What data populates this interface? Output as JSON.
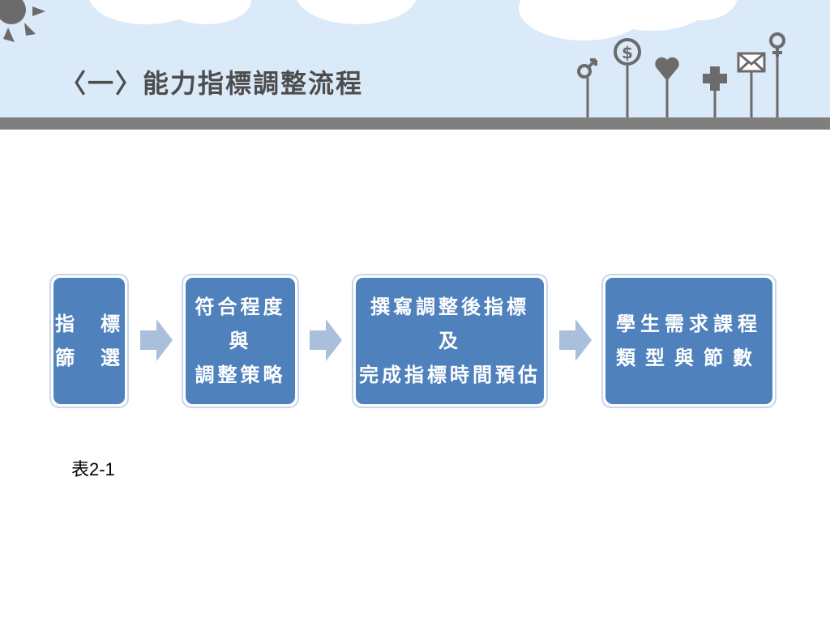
{
  "slide": {
    "title": "〈一〉能力指標調整流程",
    "caption": "表2-1",
    "header_icons": [
      "sun-icon",
      "male-symbol-icon",
      "dollar-icon",
      "heart-icon",
      "plus-icon",
      "mail-icon",
      "female-symbol-icon"
    ]
  },
  "flow": {
    "steps": [
      {
        "lines": [
          "指　標",
          "篩　選"
        ]
      },
      {
        "lines": [
          "符合程度",
          "與",
          "調整策略"
        ]
      },
      {
        "lines": [
          "撰寫調整後指標",
          "及",
          "完成指標時間預估"
        ]
      },
      {
        "lines": [
          "學生需求課程",
          "類型與節數"
        ]
      }
    ],
    "arrow_icon": "right-arrow-icon"
  },
  "colors": {
    "header_background": "#daeaf8",
    "header_rule": "#7f7f7f",
    "box_fill": "#4f81bd",
    "box_border": "#c7d6ea",
    "arrow_fill": "#aabfdc",
    "title_text": "#4d4d4d"
  }
}
